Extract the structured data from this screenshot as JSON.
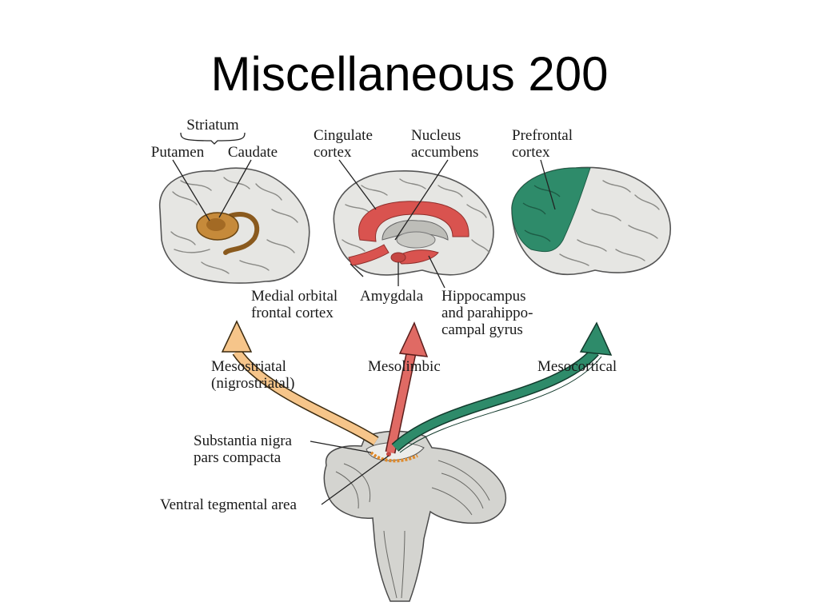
{
  "title": "Miscellaneous 200",
  "labels": {
    "striatum": "Striatum",
    "putamen": "Putamen",
    "caudate": "Caudate",
    "cingulate_1": "Cingulate",
    "cingulate_2": "cortex",
    "accumbens_1": "Nucleus",
    "accumbens_2": "accumbens",
    "prefrontal_1": "Prefrontal",
    "prefrontal_2": "cortex",
    "medial_orbital_1": "Medial orbital",
    "medial_orbital_2": "frontal cortex",
    "amygdala": "Amygdala",
    "hippocampus_1": "Hippocampus",
    "hippocampus_2": "and parahippo-",
    "hippocampus_3": "campal gyrus",
    "mesostriatal_1": "Mesostriatal",
    "mesostriatal_2": "(nigrostriatal)",
    "mesolimbic": "Mesolimbic",
    "mesocortical": "Mesocortical",
    "substantia_1": "Substantia nigra",
    "substantia_2": "pars compacta",
    "vta": "Ventral tegmental area"
  },
  "colors": {
    "mesostriatal": "#f6c58a",
    "mesolimbic": "#e06a64",
    "mesocortical": "#2e8b6a",
    "striatum": "#b07a30",
    "limbic_region": "#d9534f",
    "prefrontal_region": "#2e8b6a"
  }
}
